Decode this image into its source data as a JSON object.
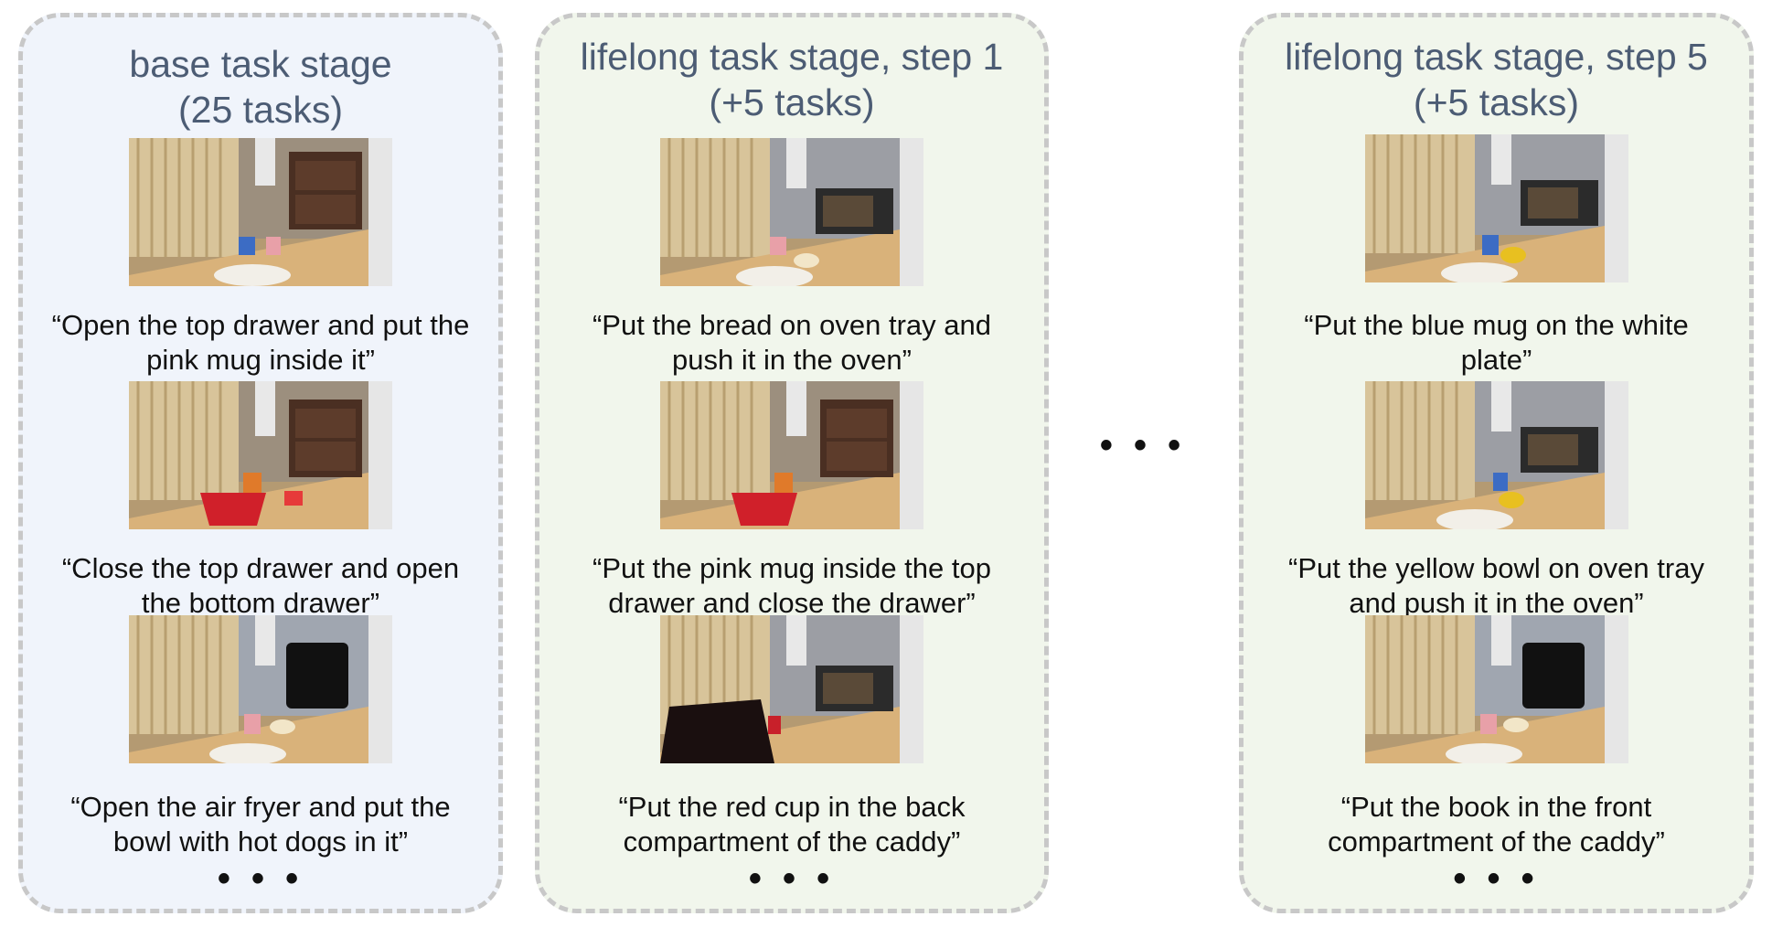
{
  "panels": [
    {
      "title_line1": "base task stage",
      "title_line2": "(25 tasks)",
      "tasks": [
        {
          "line1": "“Open the top drawer and put the",
          "line2": "pink mug inside it”"
        },
        {
          "line1": "“Close the top drawer and open",
          "line2": "the bottom drawer”"
        },
        {
          "line1": "“Open the air fryer and put the",
          "line2": "bowl with hot dogs in it”"
        }
      ],
      "more": "• • •"
    },
    {
      "title_line1": "lifelong task stage, step 1",
      "title_line2": "(+5 tasks)",
      "tasks": [
        {
          "line1": "“Put the bread on oven tray and",
          "line2": "push it in the oven”"
        },
        {
          "line1": "“Put the pink mug inside the top",
          "line2": "drawer and close the drawer”"
        },
        {
          "line1": "“Put the red cup in the back",
          "line2": "compartment of the caddy”"
        }
      ],
      "more": "• • •"
    },
    {
      "title_line1": "lifelong task stage, step 5",
      "title_line2": "(+5 tasks)",
      "tasks": [
        {
          "line1": "“Put the blue mug on the white",
          "line2": "plate”"
        },
        {
          "line1": "“Put the yellow bowl on oven tray",
          "line2": "and push it in the oven”"
        },
        {
          "line1": "“Put the book in the front",
          "line2": "compartment of the caddy”"
        }
      ],
      "more": "• • •"
    }
  ],
  "between_dots": "• • •",
  "colors": {
    "base_bg": "#f0f4fb",
    "lifelong_bg": "#f1f6ec",
    "border": "#c8c8c8",
    "title_text": "#4c5c74"
  }
}
